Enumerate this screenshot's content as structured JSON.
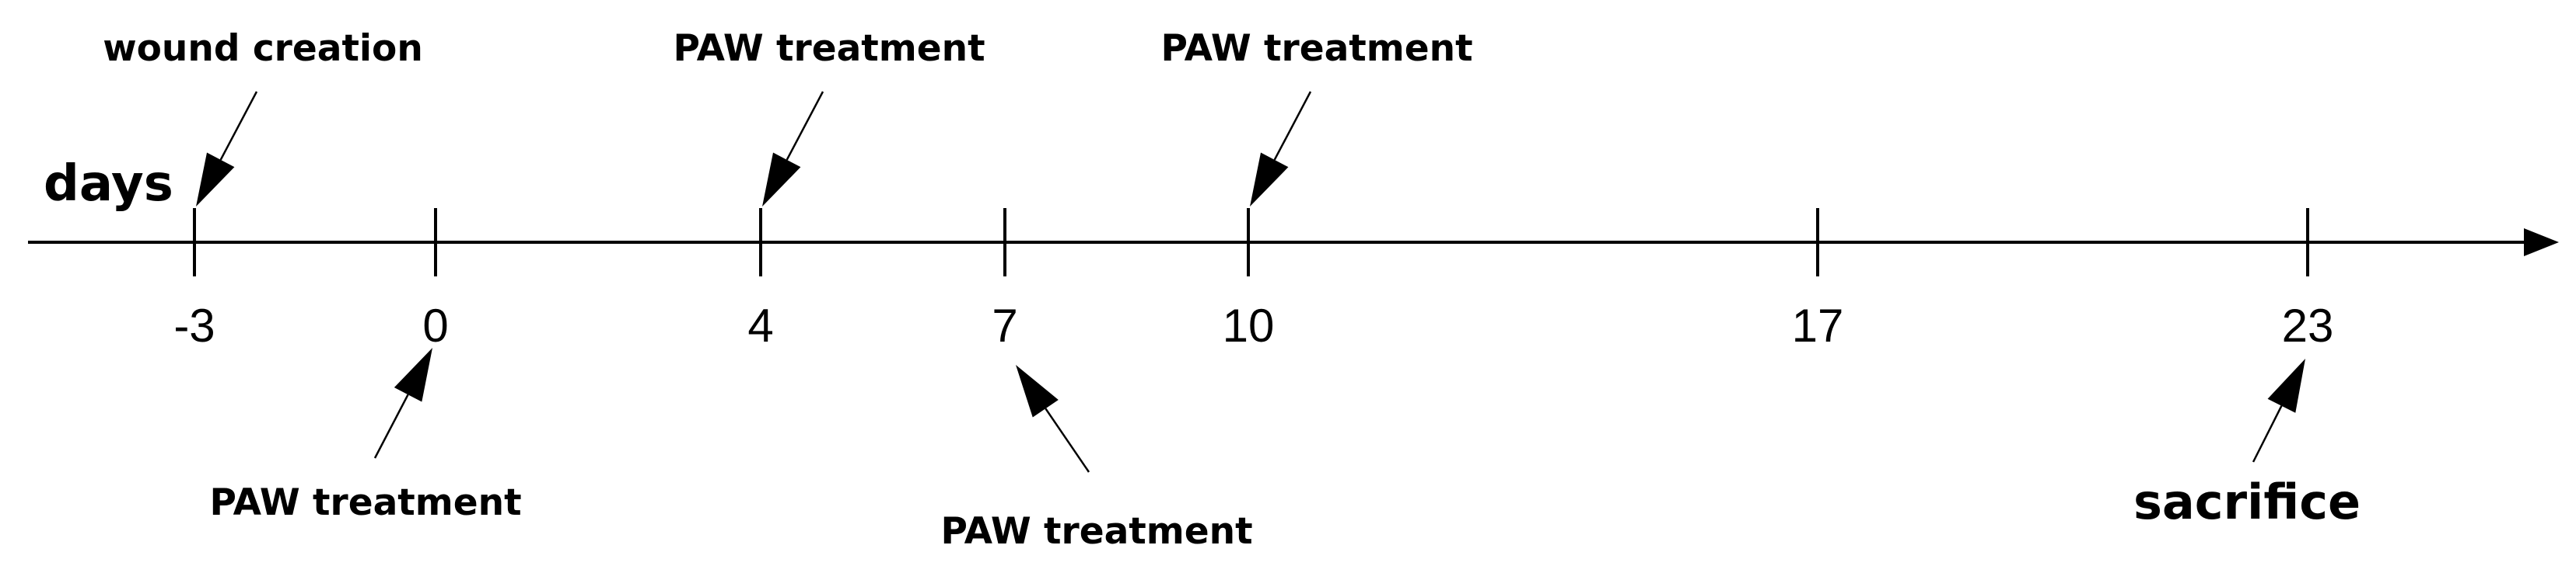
{
  "axis": {
    "title": "days",
    "ticks": [
      -3,
      0,
      4,
      7,
      10,
      17,
      23
    ],
    "tick_labels": [
      "-3",
      "0",
      "4",
      "7",
      "10",
      "17",
      "23"
    ]
  },
  "events": [
    {
      "day": -3,
      "label": "wound creation",
      "side": "above"
    },
    {
      "day": 0,
      "label": "PAW treatment",
      "side": "below"
    },
    {
      "day": 4,
      "label": "PAW treatment",
      "side": "above"
    },
    {
      "day": 7,
      "label": "PAW treatment",
      "side": "below"
    },
    {
      "day": 10,
      "label": "PAW treatment",
      "side": "above"
    },
    {
      "day": 23,
      "label": "sacrifice",
      "side": "below"
    }
  ],
  "colors": {
    "line": "#000000",
    "background": "#ffffff"
  }
}
